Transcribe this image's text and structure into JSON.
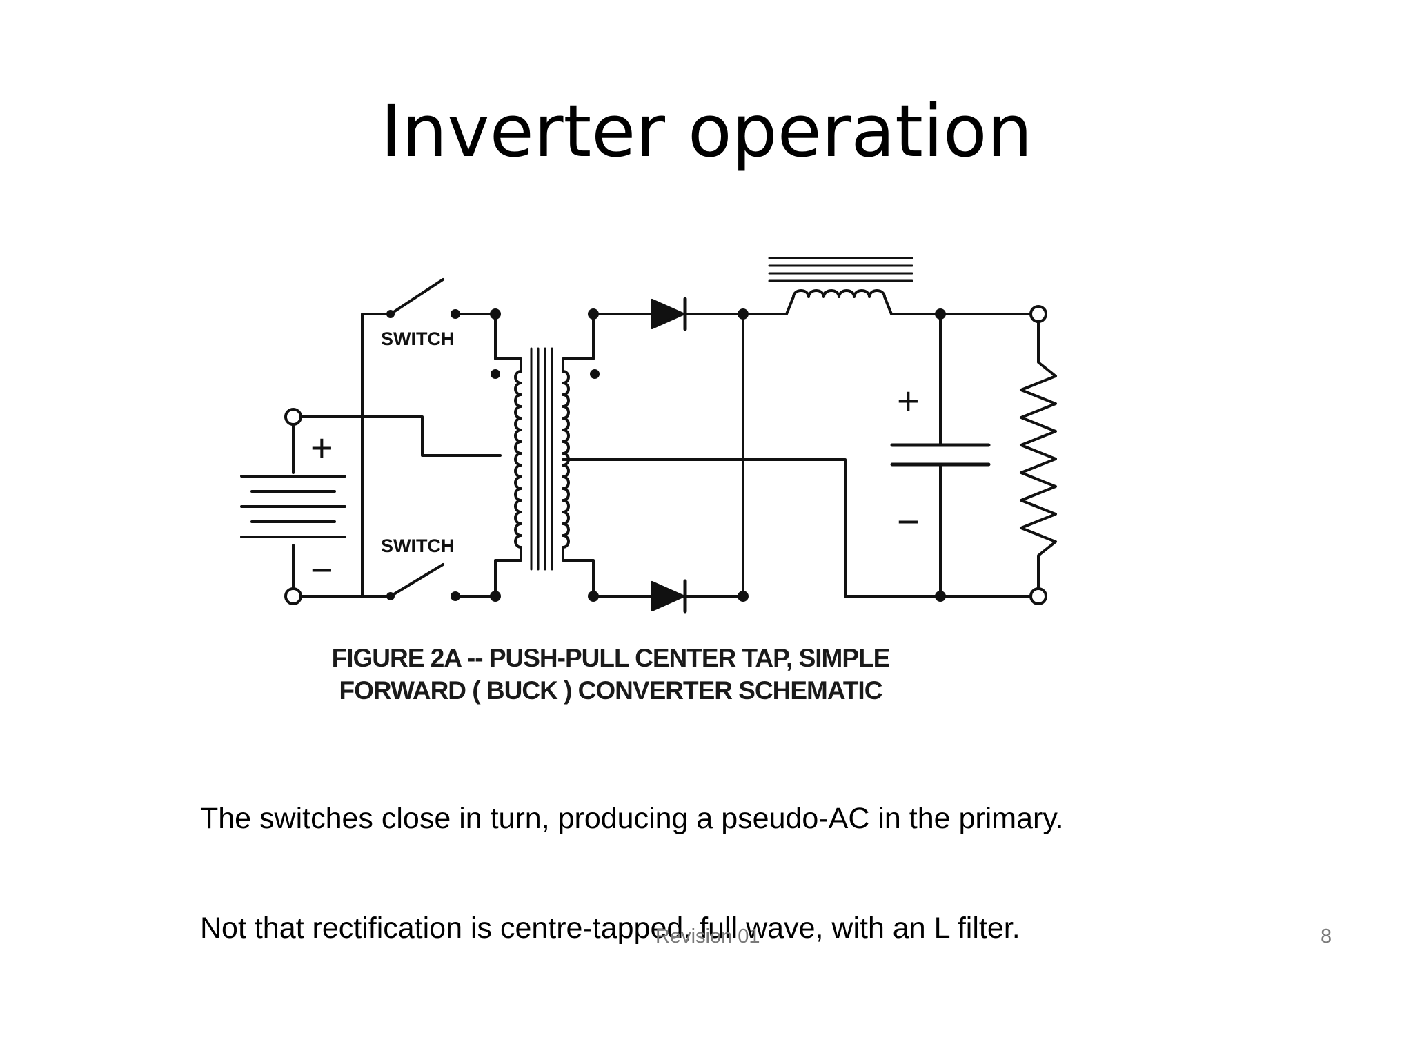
{
  "slide": {
    "title": "Inverter operation",
    "paragraphs": [
      "The switches close in turn, producing a pseudo-AC in the primary.",
      "Not that rectification is centre-tapped, full wave, with an L filter."
    ],
    "footer_center": "Revision 01",
    "page_number": "8"
  },
  "figure": {
    "caption_lines": [
      "FIGURE 2A  -- PUSH-PULL CENTER TAP, SIMPLE",
      "FORWARD ( BUCK ) CONVERTER SCHEMATIC"
    ],
    "labels": {
      "switch_top": "SWITCH",
      "switch_bottom": "SWITCH",
      "battery_plus": "+",
      "battery_minus": "−",
      "cap_plus": "+",
      "cap_minus": "−"
    }
  }
}
